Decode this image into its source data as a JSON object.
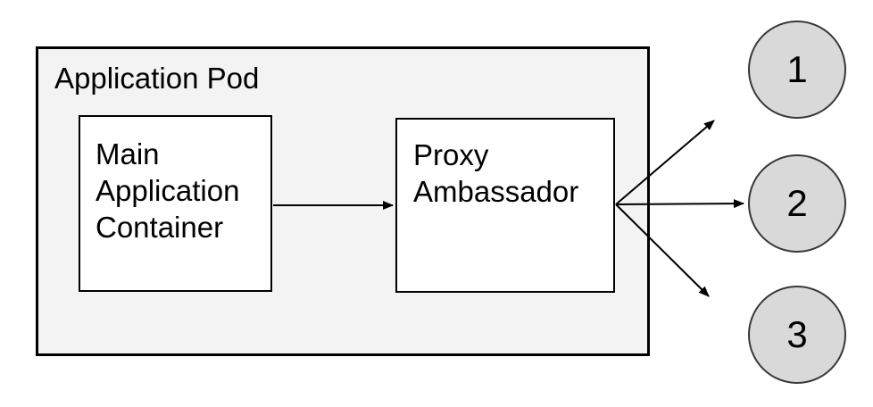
{
  "diagram": {
    "pod": {
      "label": "Application Pod"
    },
    "main_container": {
      "label": "Main Application Container"
    },
    "proxy": {
      "label": "Proxy Ambassador"
    },
    "endpoints": [
      {
        "label": "1"
      },
      {
        "label": "2"
      },
      {
        "label": "3"
      }
    ],
    "arrows": [
      {
        "from": "main-application-container",
        "to": "proxy-ambassador"
      },
      {
        "from": "proxy-ambassador",
        "to": "1"
      },
      {
        "from": "proxy-ambassador",
        "to": "2"
      },
      {
        "from": "proxy-ambassador",
        "to": "3"
      }
    ],
    "colors": {
      "pod_fill": "#f3f3f3",
      "box_fill": "#ffffff",
      "endpoint_fill": "#d9d9d9",
      "stroke": "#000000",
      "endpoint_stroke": "#383838"
    }
  }
}
